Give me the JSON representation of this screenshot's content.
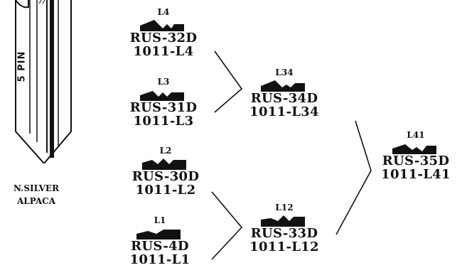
{
  "key_blank": {
    "pin_label": "5 PIN",
    "material_line1": "N.SILVER",
    "material_line2": "ALPACA"
  },
  "nodes": {
    "l4": {
      "level": "L4",
      "code": "RUS-32D",
      "number": "1011-L4"
    },
    "l3": {
      "level": "L3",
      "code": "RUS-31D",
      "number": "1011-L3"
    },
    "l2": {
      "level": "L2",
      "code": "RUS-30D",
      "number": "1011-L2"
    },
    "l1": {
      "level": "L1",
      "code": "RUS-4D",
      "number": "1011-L1"
    },
    "l34": {
      "level": "L34",
      "code": "RUS-34D",
      "number": "1011-L34"
    },
    "l12": {
      "level": "L12",
      "code": "RUS-33D",
      "number": "1011-L12"
    },
    "l41": {
      "level": "L41",
      "code": "RUS-35D",
      "number": "1011-L41"
    }
  },
  "colors": {
    "ink": "#111111",
    "key_body": "#ffffff"
  }
}
